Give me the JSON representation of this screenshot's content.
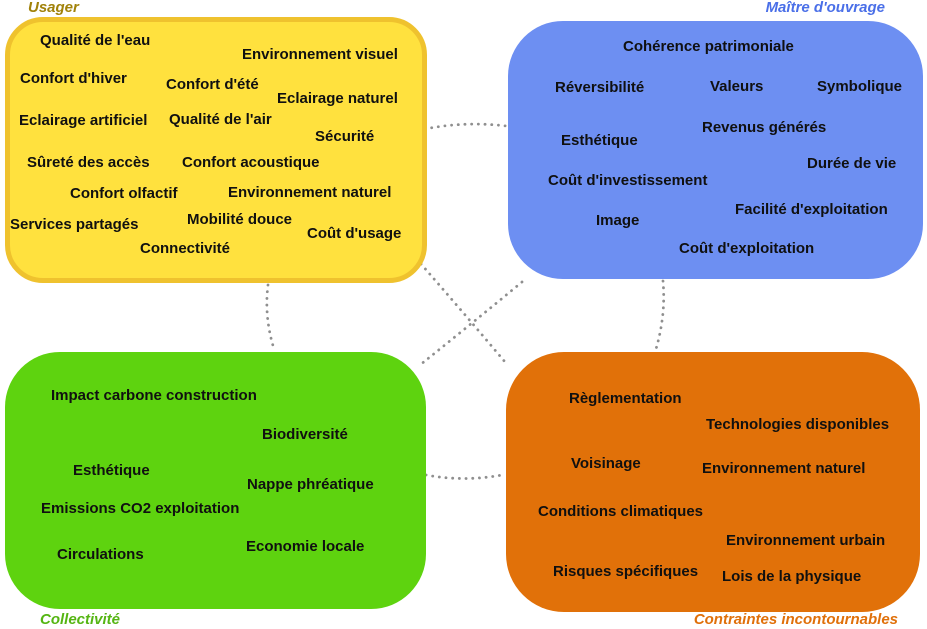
{
  "palette": {
    "usager_fill": "#FFE13E",
    "usager_border": "#EFC22E",
    "usager_title": "#A1820A",
    "moa_fill": "#6D8FF2",
    "moa_title": "#4A6FE8",
    "collectivite_fill": "#5ED30F",
    "collectivite_title": "#55B513",
    "contraintes_fill": "#E17109",
    "contraintes_title": "#E0700A",
    "item_text": "#101010",
    "connector": "#8F8F8F"
  },
  "groups": {
    "usager": {
      "title": "Usager",
      "items": [
        "Qualité de l'eau",
        "Environnement visuel",
        "Confort d'hiver",
        "Confort d'été",
        "Eclairage naturel",
        "Eclairage artificiel",
        "Qualité de l'air",
        "Sécurité",
        "Sûreté des accès",
        "Confort acoustique",
        "Confort olfactif",
        "Environnement naturel",
        "Services partagés",
        "Mobilité douce",
        "Coût d'usage",
        "Connectivité"
      ]
    },
    "maitre_ouvrage": {
      "title": "Maître d'ouvrage",
      "items": [
        "Cohérence patrimoniale",
        "Réversibilité",
        "Valeurs",
        "Symbolique",
        "Esthétique",
        "Revenus générés",
        "Durée de vie",
        "Coût d'investissement",
        "Facilité d'exploitation",
        "Image",
        "Coût d'exploitation"
      ]
    },
    "collectivite": {
      "title": "Collectivité",
      "items": [
        "Impact carbone construction",
        "Biodiversité",
        "Esthétique",
        "Nappe phréatique",
        "Emissions CO2 exploitation",
        "Economie locale",
        "Circulations"
      ]
    },
    "contraintes": {
      "title": "Contraintes incontournables",
      "items": [
        "Règlementation",
        "Technologies disponibles",
        "Voisinage",
        "Environnement naturel",
        "Conditions climatiques",
        "Environnement urbain",
        "Risques spécifiques",
        "Lois de la physique"
      ]
    }
  }
}
